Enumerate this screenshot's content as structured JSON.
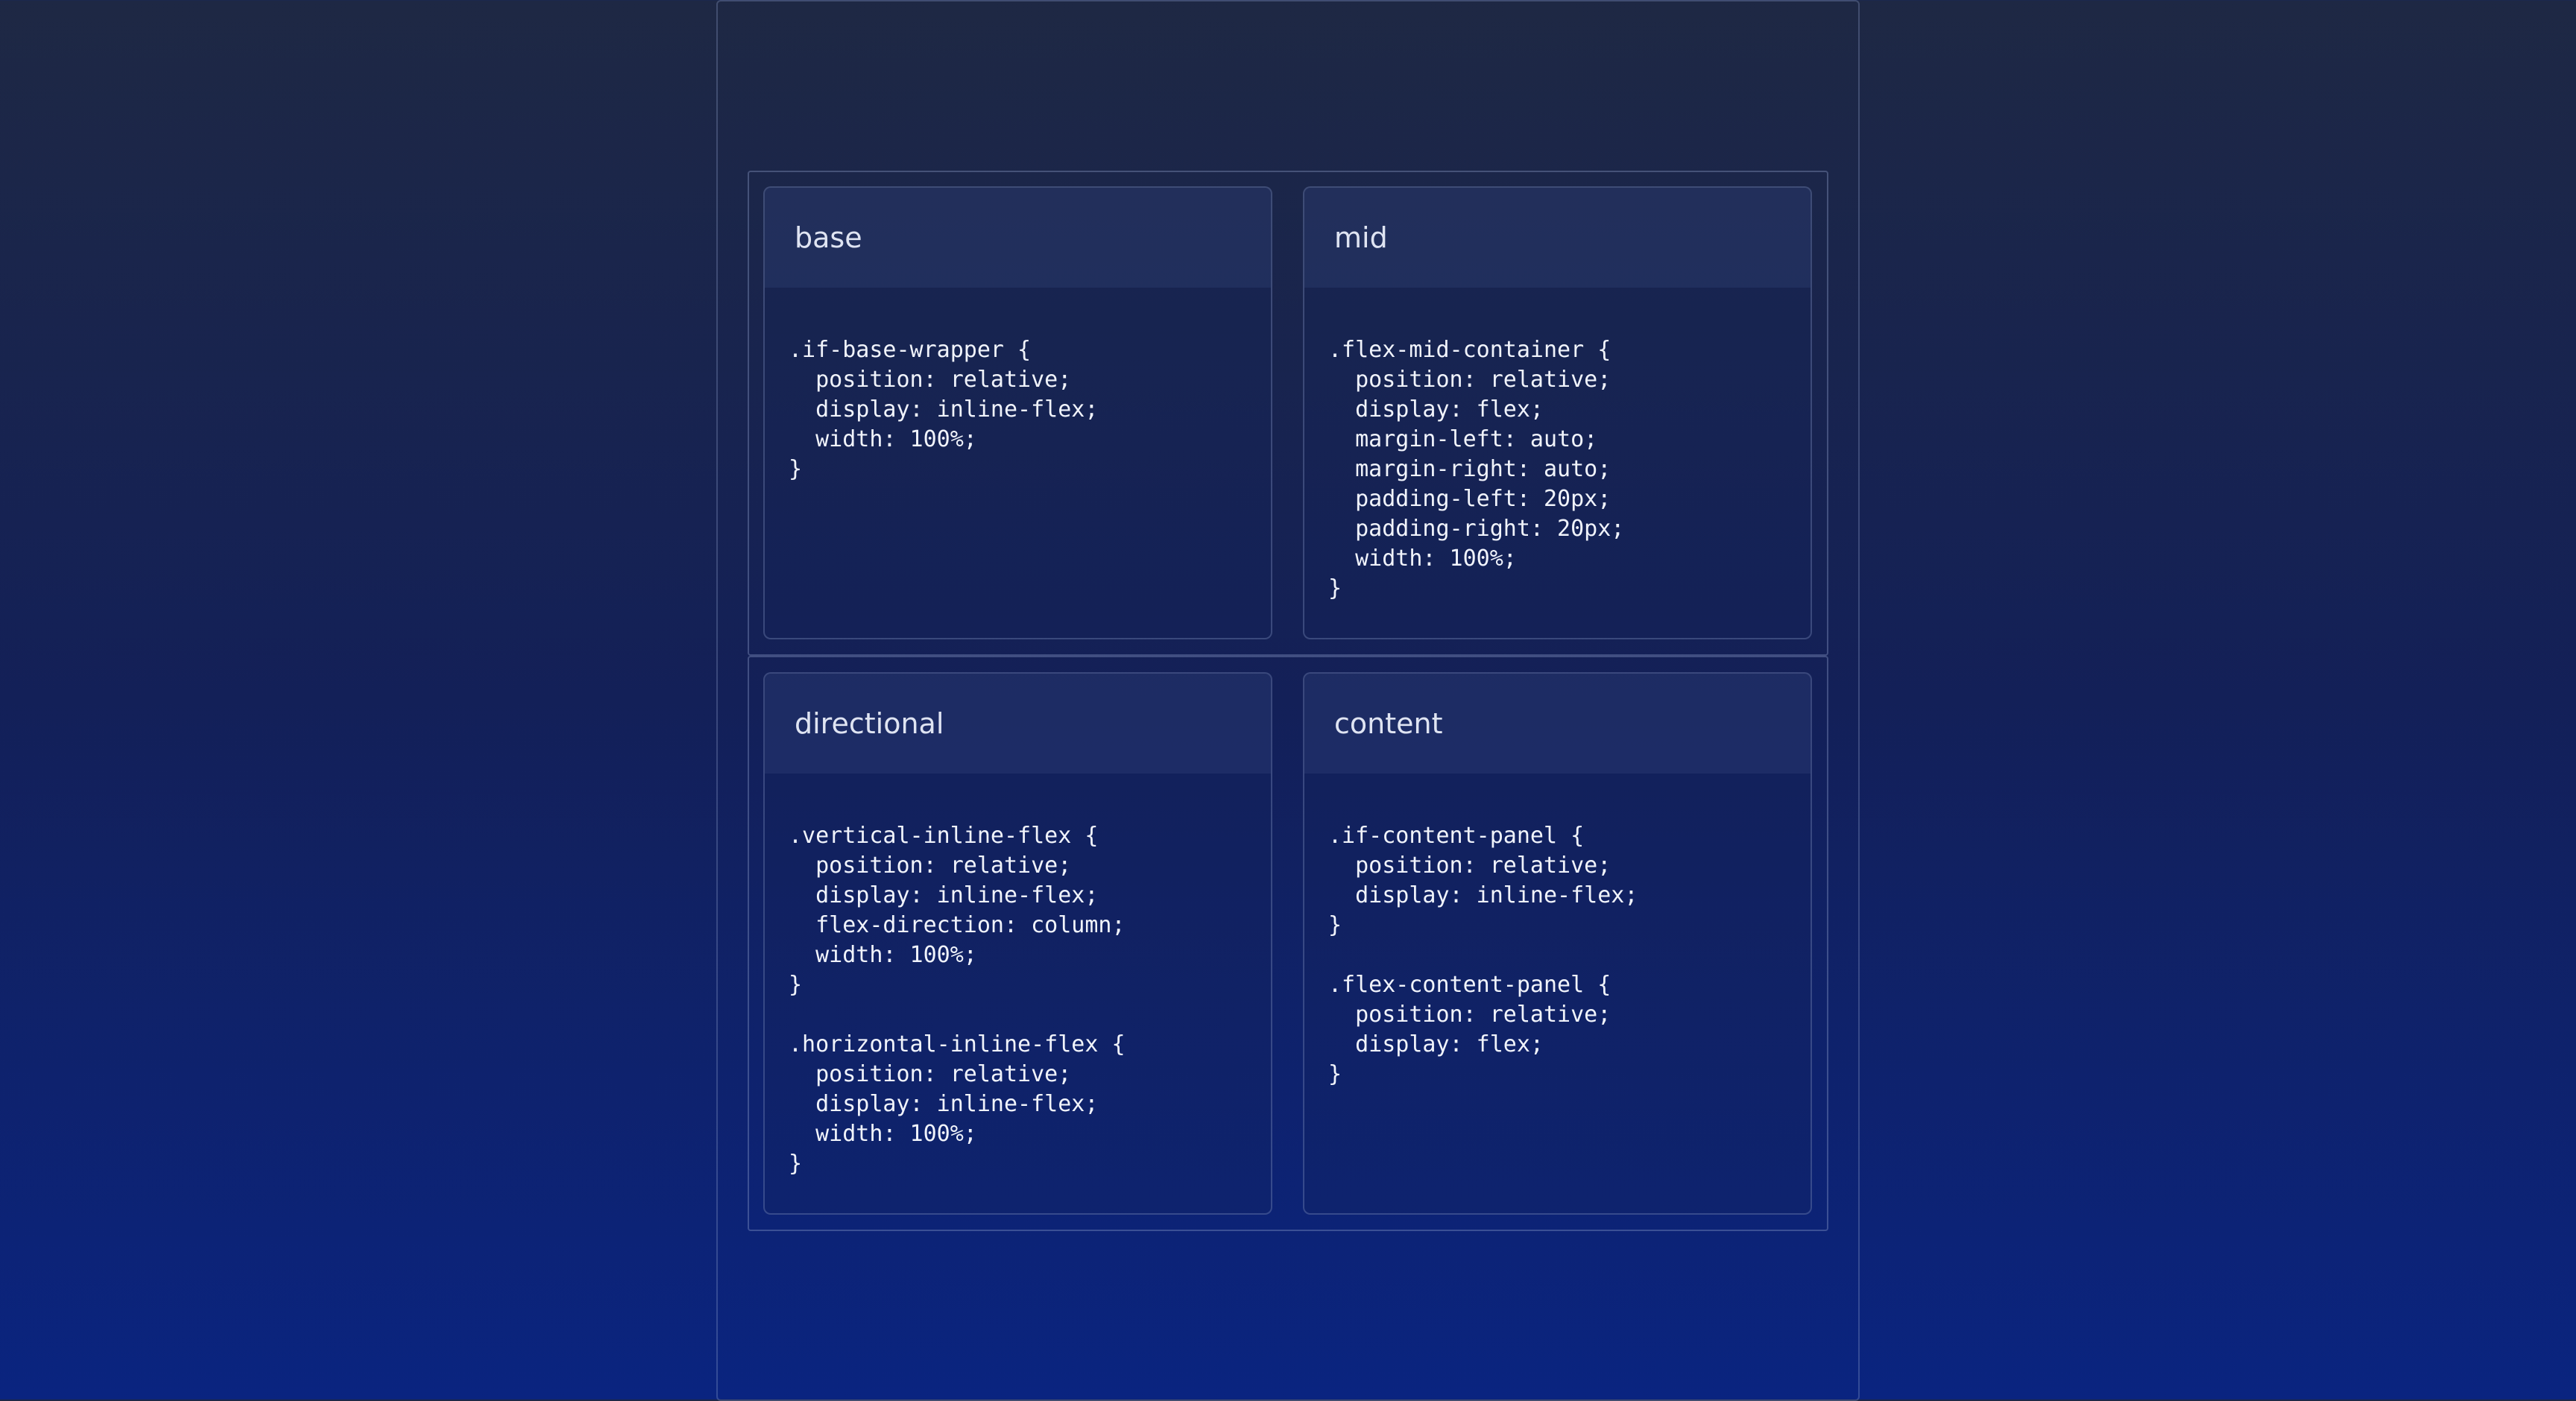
{
  "cards": [
    {
      "title": "base",
      "code": ".if-base-wrapper {\n  position: relative;\n  display: inline-flex;\n  width: 100%;\n}"
    },
    {
      "title": "mid",
      "code": ".flex-mid-container {\n  position: relative;\n  display: flex;\n  margin-left: auto;\n  margin-right: auto;\n  padding-left: 20px;\n  padding-right: 20px;\n  width: 100%;\n}"
    },
    {
      "title": "directional",
      "code": ".vertical-inline-flex {\n  position: relative;\n  display: inline-flex;\n  flex-direction: column;\n  width: 100%;\n}\n\n.horizontal-inline-flex {\n  position: relative;\n  display: inline-flex;\n  width: 100%;\n}"
    },
    {
      "title": "content",
      "code": ".if-content-panel {\n  position: relative;\n  display: inline-flex;\n}\n\n.flex-content-panel {\n  position: relative;\n  display: flex;\n}"
    }
  ]
}
